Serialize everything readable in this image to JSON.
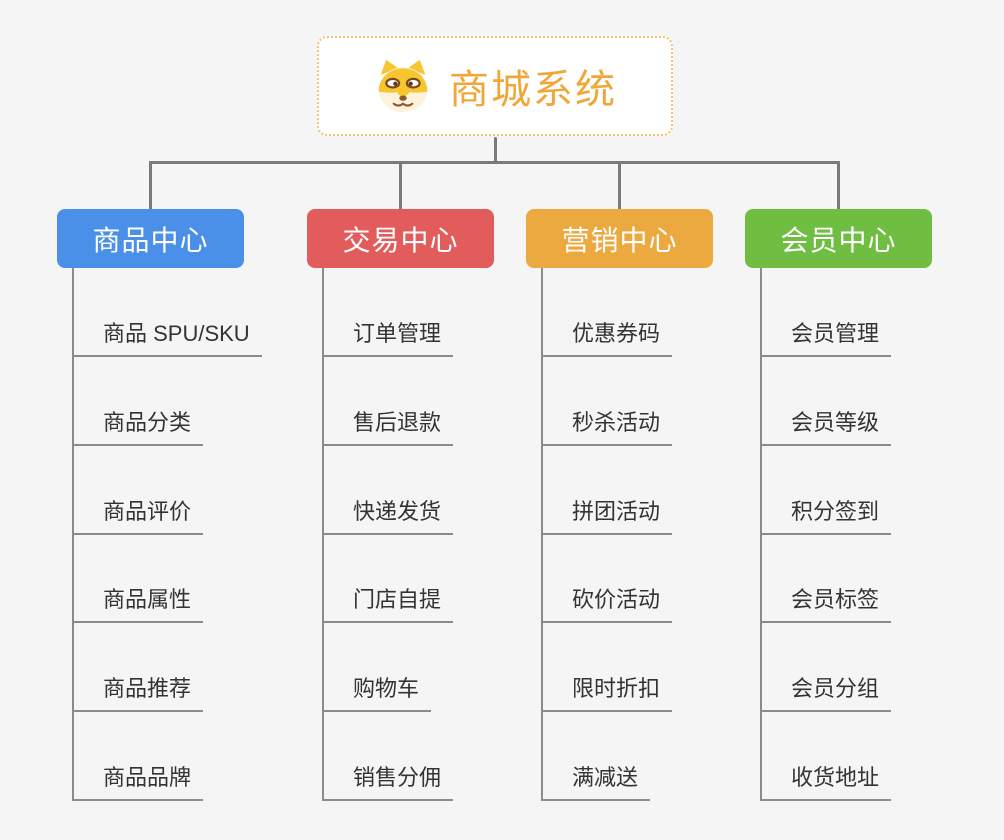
{
  "root": {
    "title": "商城系统",
    "icon": "dog-face-icon",
    "text_color": "#f0a73a",
    "border_color": "#f2c36b"
  },
  "branches": [
    {
      "label": "商品中心",
      "color": "#4a90e8",
      "children": [
        "商品 SPU/SKU",
        "商品分类",
        "商品评价",
        "商品属性",
        "商品推荐",
        "商品品牌"
      ]
    },
    {
      "label": "交易中心",
      "color": "#e25c5c",
      "children": [
        "订单管理",
        "售后退款",
        "快递发货",
        "门店自提",
        "购物车",
        "销售分佣"
      ]
    },
    {
      "label": "营销中心",
      "color": "#eca93f",
      "children": [
        "优惠券码",
        "秒杀活动",
        "拼团活动",
        "砍价活动",
        "限时折扣",
        "满减送"
      ]
    },
    {
      "label": "会员中心",
      "color": "#6fbe41",
      "children": [
        "会员管理",
        "会员等级",
        "积分签到",
        "会员标签",
        "会员分组",
        "收货地址"
      ]
    }
  ],
  "colors": {
    "background": "#f5f5f5",
    "connector": "#7a7a7a",
    "underline": "#8b8b8b",
    "sub_text": "#333333"
  }
}
